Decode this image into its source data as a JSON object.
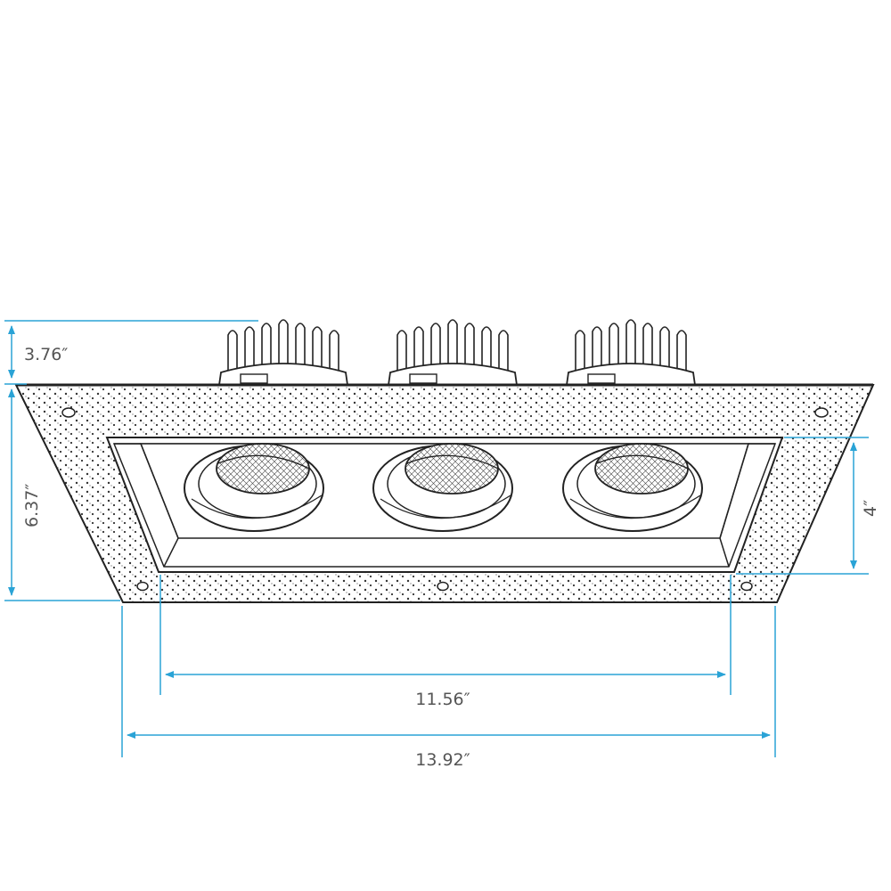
{
  "diagram": {
    "dimensions": {
      "heat_sink_height": "3.76″",
      "overall_height": "6.37″",
      "aperture_height": "4″",
      "aperture_width": "11.56″",
      "overall_width": "13.92″"
    },
    "colors": {
      "dimension": "#2aa3d6",
      "dimension_text": "#555555",
      "line": "#222222",
      "stipple": "#333333",
      "background": "#ffffff"
    },
    "lamp_count": 3
  }
}
